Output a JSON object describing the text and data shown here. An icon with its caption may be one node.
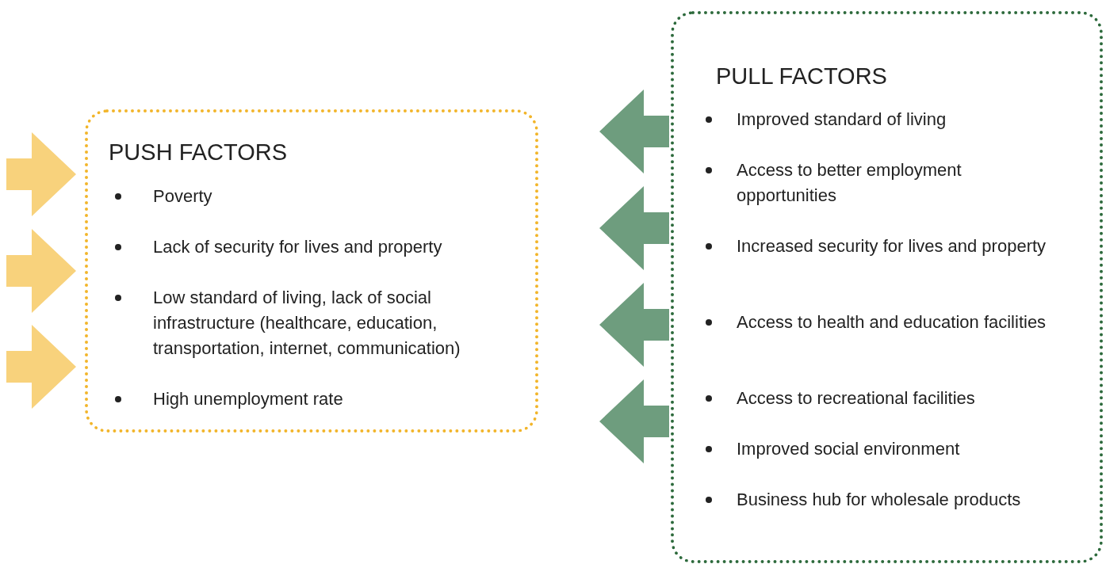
{
  "diagram": {
    "nodes": [
      {
        "text": [
          "PUSH FACTORS",
          "Poverty",
          "Lack of security for lives and property",
          "Low standard of living, lack of social infrastructure (healthcare, education, transportation, internet, communication)",
          "High unemployment rate"
        ]
      },
      {
        "text": [
          "PULL FACTORS",
          "Improved standard of living",
          "Access to better employment opportunities",
          "Increased security for lives and property",
          "Access to health and education facilities",
          "Access to recreational facilities",
          "Improved social environment",
          "Business hub for wholesale products"
        ]
      }
    ]
  }
}
